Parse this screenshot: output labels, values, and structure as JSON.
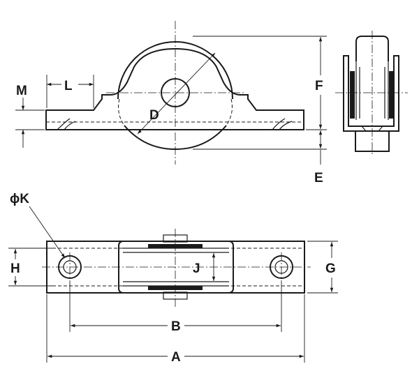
{
  "labels": {
    "A": "A",
    "B": "B",
    "D": "D",
    "E": "E",
    "F": "F",
    "G": "G",
    "H": "H",
    "J": "J",
    "L": "L",
    "M": "M",
    "K": "ϕK"
  }
}
